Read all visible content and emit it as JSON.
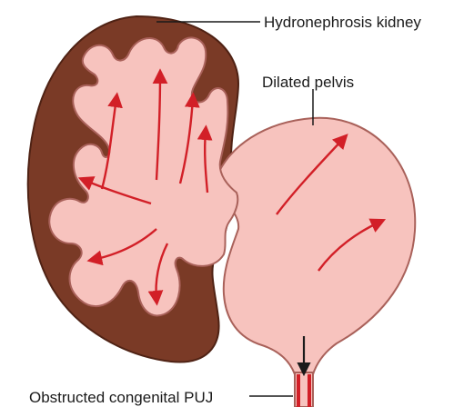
{
  "diagram": {
    "labels": {
      "kidney": "Hydronephrosis kidney",
      "pelvis": "Dilated pelvis",
      "puj": "Obstructed congenital PUJ"
    },
    "colors": {
      "cortex": "#7a3a26",
      "cortex_edge": "#4f2214",
      "dilated_tissue": "#f7c3be",
      "tissue_edge": "#a9615a",
      "flow_arrows": "#d21f27",
      "leader_lines": "#1a1a1a",
      "ureter_stripe": "#d21f27"
    },
    "icons": {
      "flow": "red-curved-flow-arrow",
      "obstruction": "black-down-arrow"
    }
  }
}
